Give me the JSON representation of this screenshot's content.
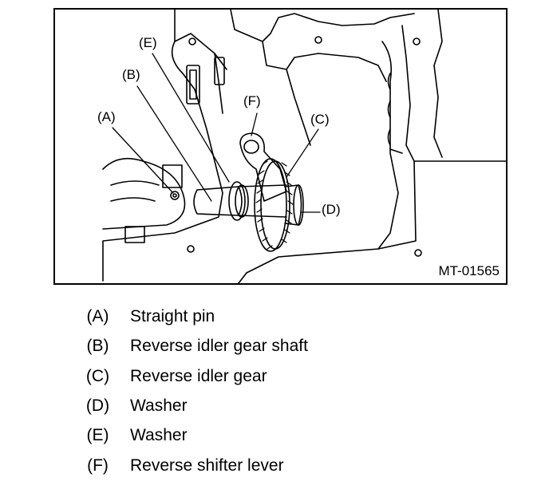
{
  "figure": {
    "figure_id": "MT-01565",
    "callouts": {
      "a": "(A)",
      "b": "(B)",
      "c": "(C)",
      "d": "(D)",
      "e": "(E)",
      "f": "(F)"
    }
  },
  "legend": [
    {
      "code": "(A)",
      "text": "Straight pin"
    },
    {
      "code": "(B)",
      "text": "Reverse idler gear shaft"
    },
    {
      "code": "(C)",
      "text": "Reverse idler gear"
    },
    {
      "code": "(D)",
      "text": "Washer"
    },
    {
      "code": "(E)",
      "text": "Washer"
    },
    {
      "code": "(F)",
      "text": "Reverse shifter lever"
    }
  ],
  "colors": {
    "line": "#000000",
    "background": "#ffffff"
  }
}
